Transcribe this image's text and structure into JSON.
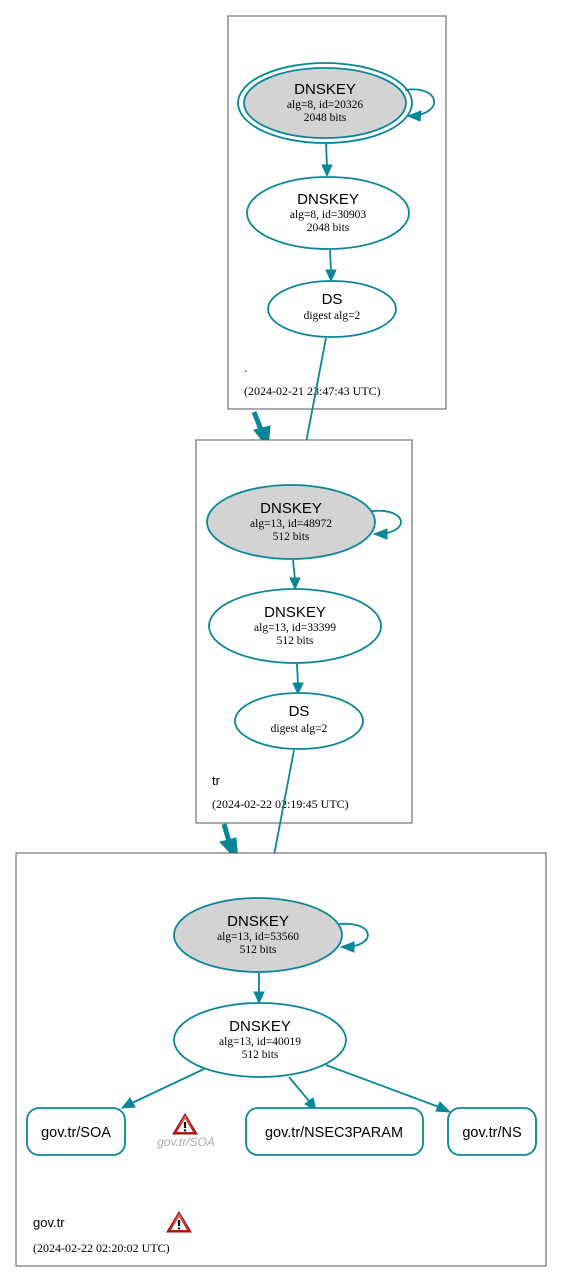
{
  "zones": {
    "root": {
      "name": ".",
      "timestamp": "(2024-02-21 23:47:43 UTC)",
      "ksk": {
        "title": "DNSKEY",
        "line1": "alg=8, id=20326",
        "line2": "2048 bits"
      },
      "zsk": {
        "title": "DNSKEY",
        "line1": "alg=8, id=30903",
        "line2": "2048 bits"
      },
      "ds": {
        "title": "DS",
        "line1": "digest alg=2"
      }
    },
    "tr": {
      "name": "tr",
      "timestamp": "(2024-02-22 02:19:45 UTC)",
      "ksk": {
        "title": "DNSKEY",
        "line1": "alg=13, id=48972",
        "line2": "512 bits"
      },
      "zsk": {
        "title": "DNSKEY",
        "line1": "alg=13, id=33399",
        "line2": "512 bits"
      },
      "ds": {
        "title": "DS",
        "line1": "digest alg=2"
      }
    },
    "govtr": {
      "name": "gov.tr",
      "timestamp": "(2024-02-22 02:20:02 UTC)",
      "ksk": {
        "title": "DNSKEY",
        "line1": "alg=13, id=53560",
        "line2": "512 bits"
      },
      "zsk": {
        "title": "DNSKEY",
        "line1": "alg=13, id=40019",
        "line2": "512 bits"
      },
      "records": {
        "soa": "gov.tr/SOA",
        "nsec3param": "gov.tr/NSEC3PARAM",
        "ns": "gov.tr/NS",
        "ghost_soa": "gov.tr/SOA"
      }
    }
  },
  "colors": {
    "edge": "#0a8797",
    "key_fill": "#d3d3d3",
    "warning": "#cc2222"
  },
  "icons": {
    "warning": "warning-triangle-icon"
  }
}
